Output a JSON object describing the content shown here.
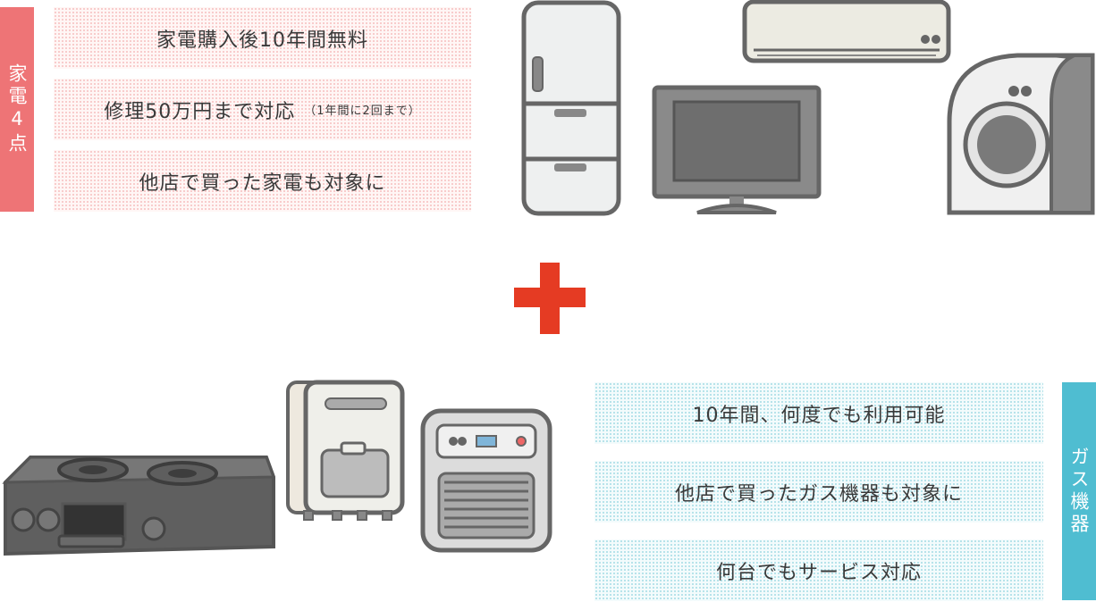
{
  "appliances": {
    "label": "家電4点",
    "features": [
      "家電購入後10年間無料",
      "修理50万円まで対応",
      "他店で買った家電も対象に"
    ],
    "repair_note": "（1年間に2回まで）",
    "items": [
      "refrigerator-icon",
      "air-conditioner-icon",
      "television-icon",
      "washing-machine-icon"
    ]
  },
  "plus_symbol": "plus-icon",
  "gas": {
    "label": "ガス機器",
    "features": [
      "10年間、何度でも利用可能",
      "他店で買ったガス機器も対象に",
      "何台でもサービス対応"
    ],
    "items": [
      "gas-stove-icon",
      "water-heater-icon",
      "gas-fan-heater-icon"
    ]
  },
  "colors": {
    "appliance_accent": "#ee7476",
    "gas_accent": "#4fbdd1",
    "plus": "#e53b23"
  }
}
